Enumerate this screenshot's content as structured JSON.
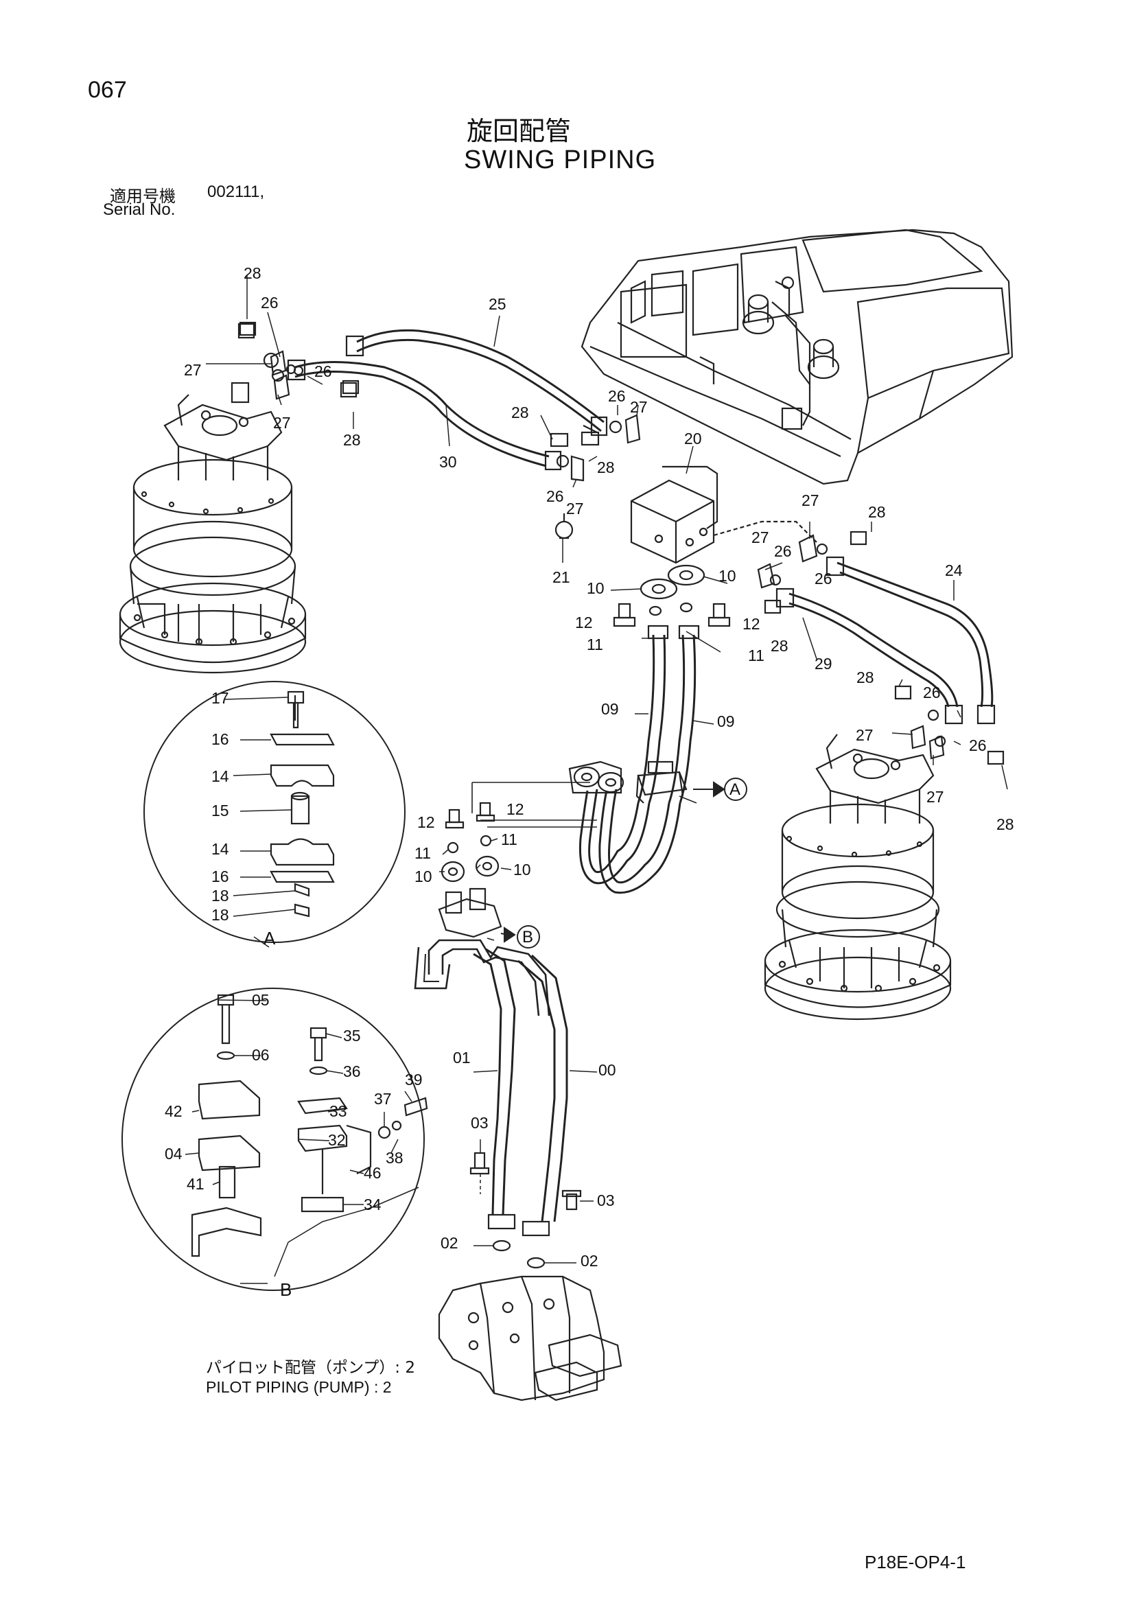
{
  "page": {
    "page_number": "067",
    "title_jp": "旋回配管",
    "title_en": "SWING PIPING",
    "serial_label_jp": "適用号機",
    "serial_value": "002111,",
    "serial_label_en": "Serial No.",
    "code": "P18E-OP4-1"
  },
  "pilot_note": {
    "jp": "パイロット配管（ポンプ）: 2",
    "en": "PILOT PIPING (PUMP) : 2"
  },
  "callouts": {
    "a": "A",
    "b": "B"
  },
  "detail_labels": {
    "a": "A",
    "b": "B"
  },
  "part_labels": {
    "p28_top": "28",
    "p26_top": "26",
    "p27_tl": "27",
    "p26_tl2": "26",
    "p27_tl2": "27",
    "p28_tl": "28",
    "p25": "25",
    "p30": "30",
    "p28_mid": "28",
    "p26_mid": "26",
    "p27_mid": "27",
    "p28_mid2": "28",
    "p26_mid2": "26",
    "p27_mid2": "27",
    "p20": "20",
    "p21": "21",
    "p10_l": "10",
    "p10_r": "10",
    "p12_l": "12",
    "p12_r": "12",
    "p11_l": "11",
    "p11_r": "11",
    "p27_r": "27",
    "p28_r": "28",
    "p27_r2": "27",
    "p26_r": "26",
    "p26_r2": "26",
    "p28_r2": "28",
    "p24": "24",
    "p29": "29",
    "p28_rb": "28",
    "p26_rb": "26",
    "p27_rb": "27",
    "p26_rb2": "26",
    "p27_rb2": "27",
    "p28_rb2": "28",
    "p09_l": "09",
    "p09_r": "09",
    "p12_m1": "12",
    "p12_m2": "12",
    "p11_m1": "11",
    "p11_m2": "11",
    "p10_m1": "10",
    "p10_m2": "10",
    "p01": "01",
    "p00": "00",
    "p03_l": "03",
    "p03_r": "03",
    "p02_l": "02",
    "p02_r": "02",
    "a17": "17",
    "a16a": "16",
    "a14a": "14",
    "a15": "15",
    "a14b": "14",
    "a16b": "16",
    "a18a": "18",
    "a18b": "18",
    "b05": "05",
    "b06": "06",
    "b35": "35",
    "b36": "36",
    "b42": "42",
    "b33": "33",
    "b37": "37",
    "b39": "39",
    "b04": "04",
    "b32": "32",
    "b38": "38",
    "b41": "41",
    "b46": "46",
    "b34": "34"
  }
}
